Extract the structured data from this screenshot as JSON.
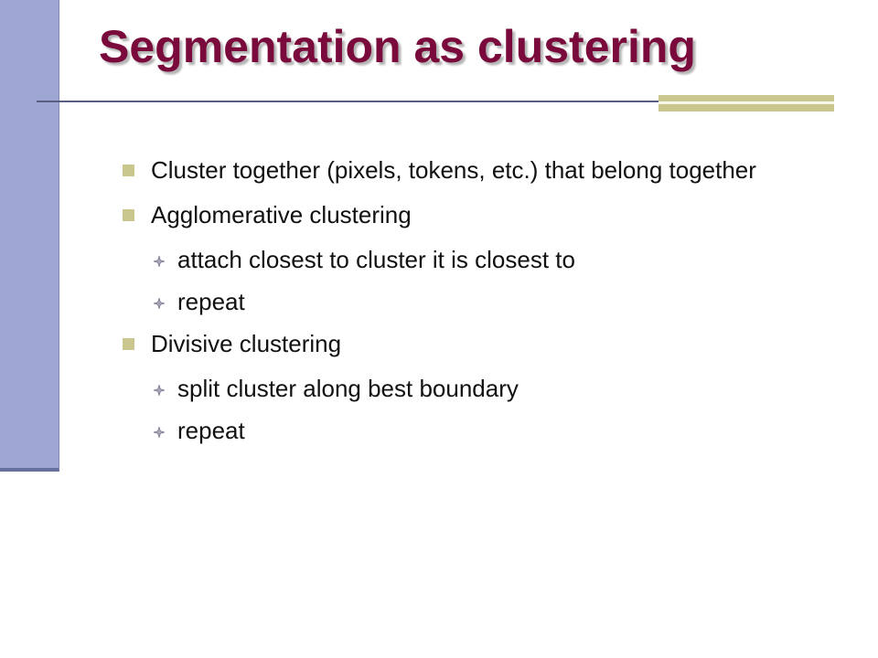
{
  "slide": {
    "title": "Segmentation as clustering",
    "bullets": [
      {
        "text": "Cluster together (pixels, tokens, etc.) that belong together",
        "subitems": []
      },
      {
        "text": "Agglomerative clustering",
        "subitems": [
          "attach closest to cluster it is closest to",
          "repeat"
        ]
      },
      {
        "text": "Divisive clustering",
        "subitems": [
          "split cluster along best boundary",
          "repeat"
        ]
      }
    ]
  },
  "colors": {
    "title": "#7a0a3b",
    "left_bar": "#9da6d3",
    "accent": "#c9c68e",
    "rule": "#5a5d83",
    "text": "#111111"
  },
  "icons": {
    "bullet": "square-bullet-icon",
    "subbullet": "four-point-star-icon"
  }
}
